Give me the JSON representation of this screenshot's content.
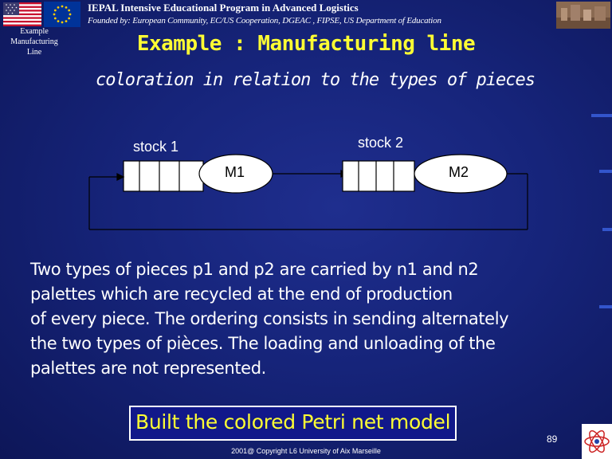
{
  "header": {
    "program_title": "IEPAL Intensive Educational Program in Advanced Logistics",
    "funding": "Founded by: European Community, EC/US Cooperation, DGEAC , FIPSE, US Department of Education"
  },
  "side_label": "Example\nManufacturing\nLine",
  "slide": {
    "title": "Example : Manufacturing line",
    "subtitle": "coloration in relation to the types of pieces",
    "paragraph": "Two types of pieces p1 and p2 are carried by n1 and n2\npalettes  which are recycled at the end of production\nof every piece. The ordering consists in sending alternately\nthe two types of pièces. The loading and unloading of the\npalettes are not represented.",
    "task": "Built the colored Petri net model",
    "page_number": "89"
  },
  "diagram": {
    "stock1": "stock 1",
    "stock2": "stock 2",
    "machine1": "M1",
    "machine2": "M2"
  },
  "footer": "2001@ Copyright  L6 University of Aix Marseille",
  "colors": {
    "background": "#16247a",
    "title": "#ffff33",
    "text": "#ffffff"
  }
}
